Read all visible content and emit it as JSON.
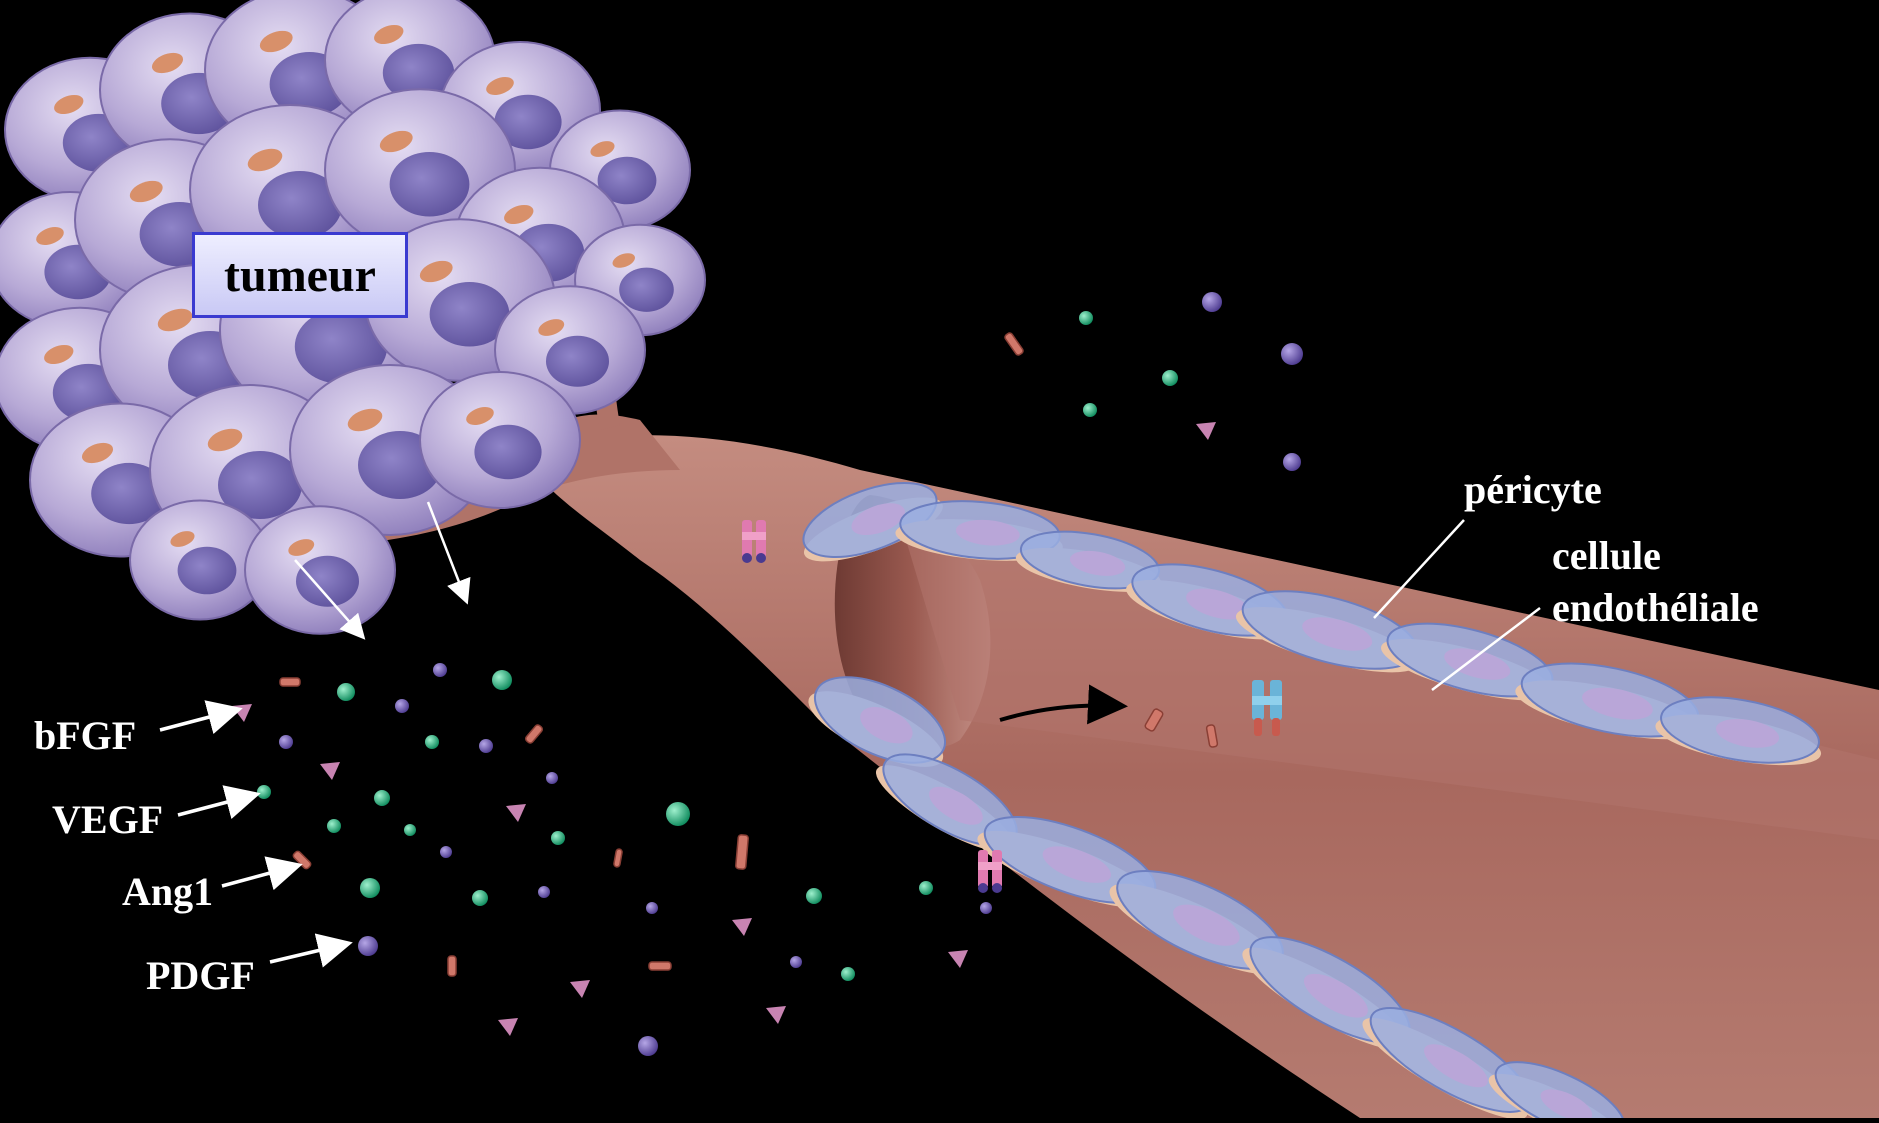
{
  "labels": {
    "tumor": "tumeur",
    "pericyte": "péricyte",
    "endothelial_line1": "cellule",
    "endothelial_line2": "endothéliale",
    "legend": [
      "bFGF",
      "VEGF",
      "Ang1",
      "PDGF"
    ]
  },
  "colors": {
    "background": "#000000",
    "tumor_cell": "#b6a8d4",
    "vessel": "#b77b72",
    "pericyte": "#9aaee0",
    "vegf": "#1fa77a",
    "pdgf": "#6e56b0",
    "ang1": "#d0786a",
    "bfgf": "#c884b2"
  },
  "legend_icons": [
    "triangle-particle-icon",
    "green-sphere-icon",
    "cylinder-particle-icon",
    "purple-sphere-icon"
  ]
}
